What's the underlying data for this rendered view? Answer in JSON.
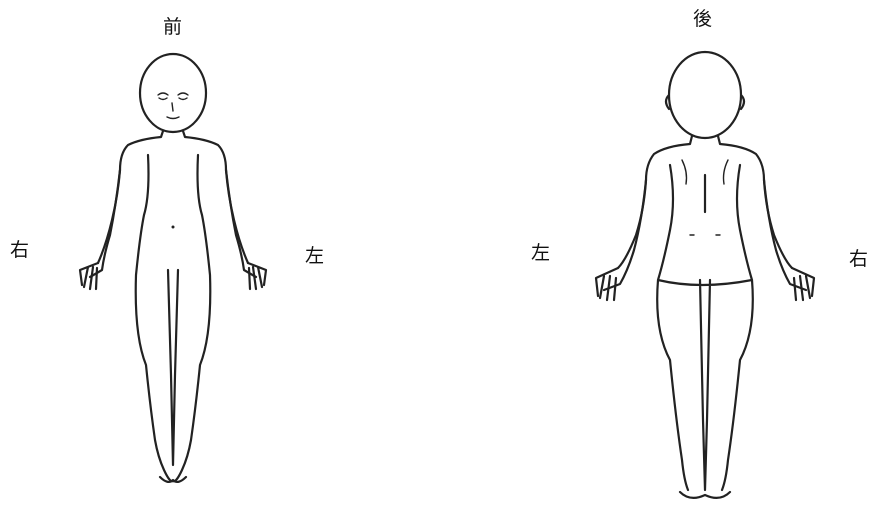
{
  "front": {
    "title": "前",
    "side_right": "右",
    "side_left": "左"
  },
  "back": {
    "title": "後",
    "side_left": "左",
    "side_right": "右"
  }
}
